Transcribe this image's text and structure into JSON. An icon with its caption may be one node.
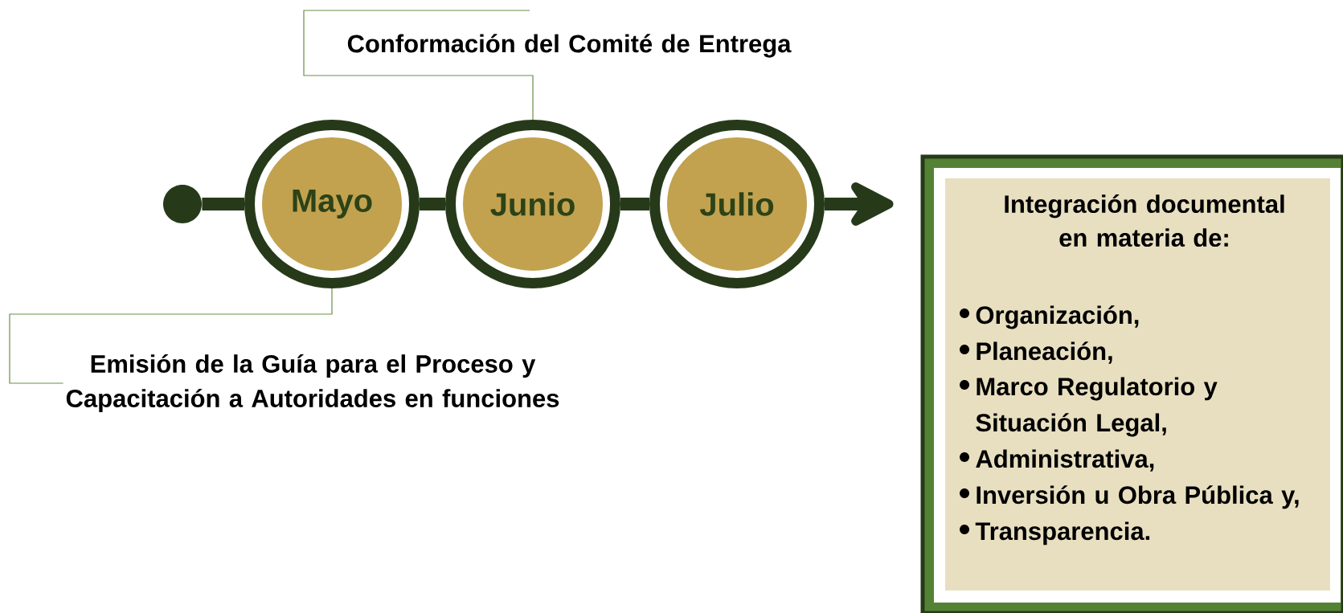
{
  "diagram": {
    "nodes": [
      {
        "text": [],
        "shape": "circle"
      },
      {
        "text": [
          "Mayo"
        ]
      },
      {
        "text": [
          "Junio"
        ]
      },
      {
        "text": [
          "Julio"
        ]
      },
      {
        "text": [
          "Integración documental en materia de:",
          "Organización,",
          "Planeación,",
          "Marco Regulatorio y Situación Legal,",
          "Administrativa,",
          "Inversión u Obra Pública y,",
          "Transparencia."
        ]
      },
      {
        "text": [
          "Conformación del Comité de Entrega"
        ]
      },
      {
        "text": [
          "Emisión de la Guía para el Proceso y Capacitación a Autoridades en funciones"
        ]
      }
    ],
    "edges": [
      {
        "from": 0,
        "to": 1,
        "arrow": "none"
      },
      {
        "from": 1,
        "to": 2,
        "arrow": "none"
      },
      {
        "from": 2,
        "to": 3,
        "arrow": "none"
      },
      {
        "from": 3,
        "to": 4,
        "arrow": "to"
      },
      {
        "from": 5,
        "to": 2,
        "arrow": "none",
        "color": "#6a8f47"
      },
      {
        "from": 6,
        "to": 1,
        "arrow": "none",
        "color": "#6a8f47"
      }
    ]
  }
}
